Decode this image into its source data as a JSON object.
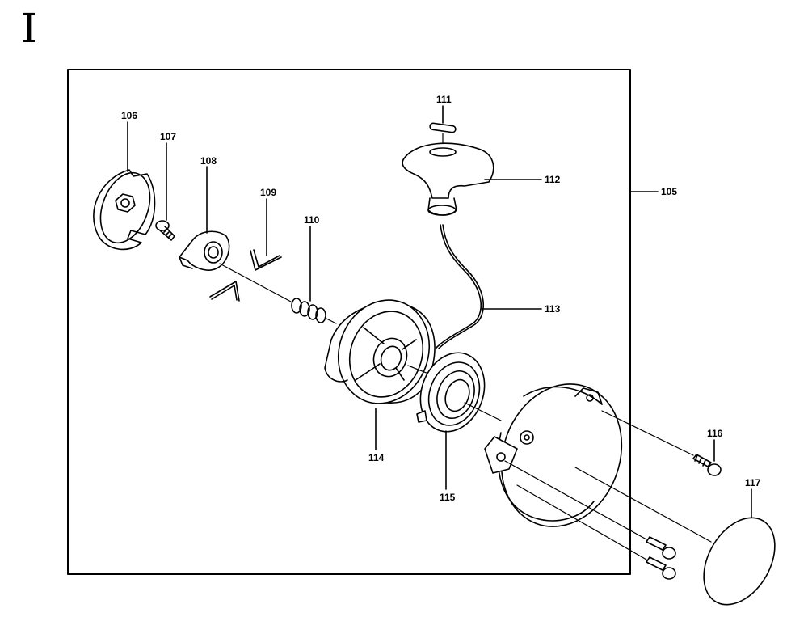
{
  "section_letter": "I",
  "labels": {
    "p105": "105",
    "p106": "106",
    "p107": "107",
    "p108": "108",
    "p109": "109",
    "p110": "110",
    "p111": "111",
    "p112": "112",
    "p113": "113",
    "p114": "114",
    "p115": "115",
    "p116": "116",
    "p117": "117"
  }
}
